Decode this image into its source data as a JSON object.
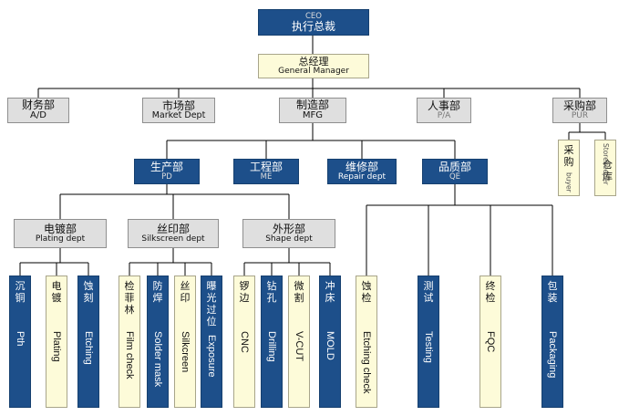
{
  "ceo": {
    "en": "CEO",
    "cn": "执行总裁"
  },
  "gm": {
    "cn": "总经理",
    "en": "General Manager"
  },
  "departments": {
    "finance": {
      "cn": "财务部",
      "en": "A/D"
    },
    "market": {
      "cn": "市场部",
      "en": "Market Dept"
    },
    "mfg": {
      "cn": "制造部",
      "en": "MFG"
    },
    "hr": {
      "cn": "人事部",
      "en": "P/A"
    },
    "purchase": {
      "cn": "采购部",
      "en": "PUR"
    }
  },
  "purchase_roles": [
    {
      "cn": "采\n购",
      "en": "buyer"
    },
    {
      "cn": "仓\n库",
      "en": "Storekeeper"
    }
  ],
  "mfg_units": {
    "pd": {
      "cn": "生产部",
      "en": "PD"
    },
    "me": {
      "cn": "工程部",
      "en": "ME"
    },
    "repair": {
      "cn": "维修部",
      "en": "Repair dept"
    },
    "qe": {
      "cn": "品质部",
      "en": "QE"
    }
  },
  "pd_sections": {
    "plating": {
      "cn": "电镀部",
      "en": "Plating dept"
    },
    "silkscreen": {
      "cn": "丝印部",
      "en": "Silkscreen dept"
    },
    "shape": {
      "cn": "外形部",
      "en": "Shape dept"
    }
  },
  "leaves": [
    {
      "cn": "沉\n铜",
      "en": "Pth"
    },
    {
      "cn": "电\n镀",
      "en": "Plating"
    },
    {
      "cn": "蚀\n刻",
      "en": "Etching"
    },
    {
      "cn": "检\n菲\n林",
      "en": "Film check"
    },
    {
      "cn": "防\n焊",
      "en": "Solder mask"
    },
    {
      "cn": "丝\n印",
      "en": "Silkcreen"
    },
    {
      "cn": "曝\n光\n过\n位",
      "en": "Exposure"
    },
    {
      "cn": "锣\n边",
      "en": "CNC"
    },
    {
      "cn": "钻\n孔",
      "en": "Drilling"
    },
    {
      "cn": "微\n割",
      "en": "V-CUT"
    },
    {
      "cn": "冲\n床",
      "en": "MOLD"
    },
    {
      "cn": "蚀\n检",
      "en": "Etching check"
    },
    {
      "cn": "测\n试",
      "en": "Testing"
    },
    {
      "cn": "终\n检",
      "en": "FQC"
    },
    {
      "cn": "包\n装",
      "en": "Packaging"
    }
  ],
  "colors": {
    "navy": "#1d4f8a",
    "cream": "#fdfbd9",
    "gray": "#dfdfdf",
    "line": "#000000"
  }
}
